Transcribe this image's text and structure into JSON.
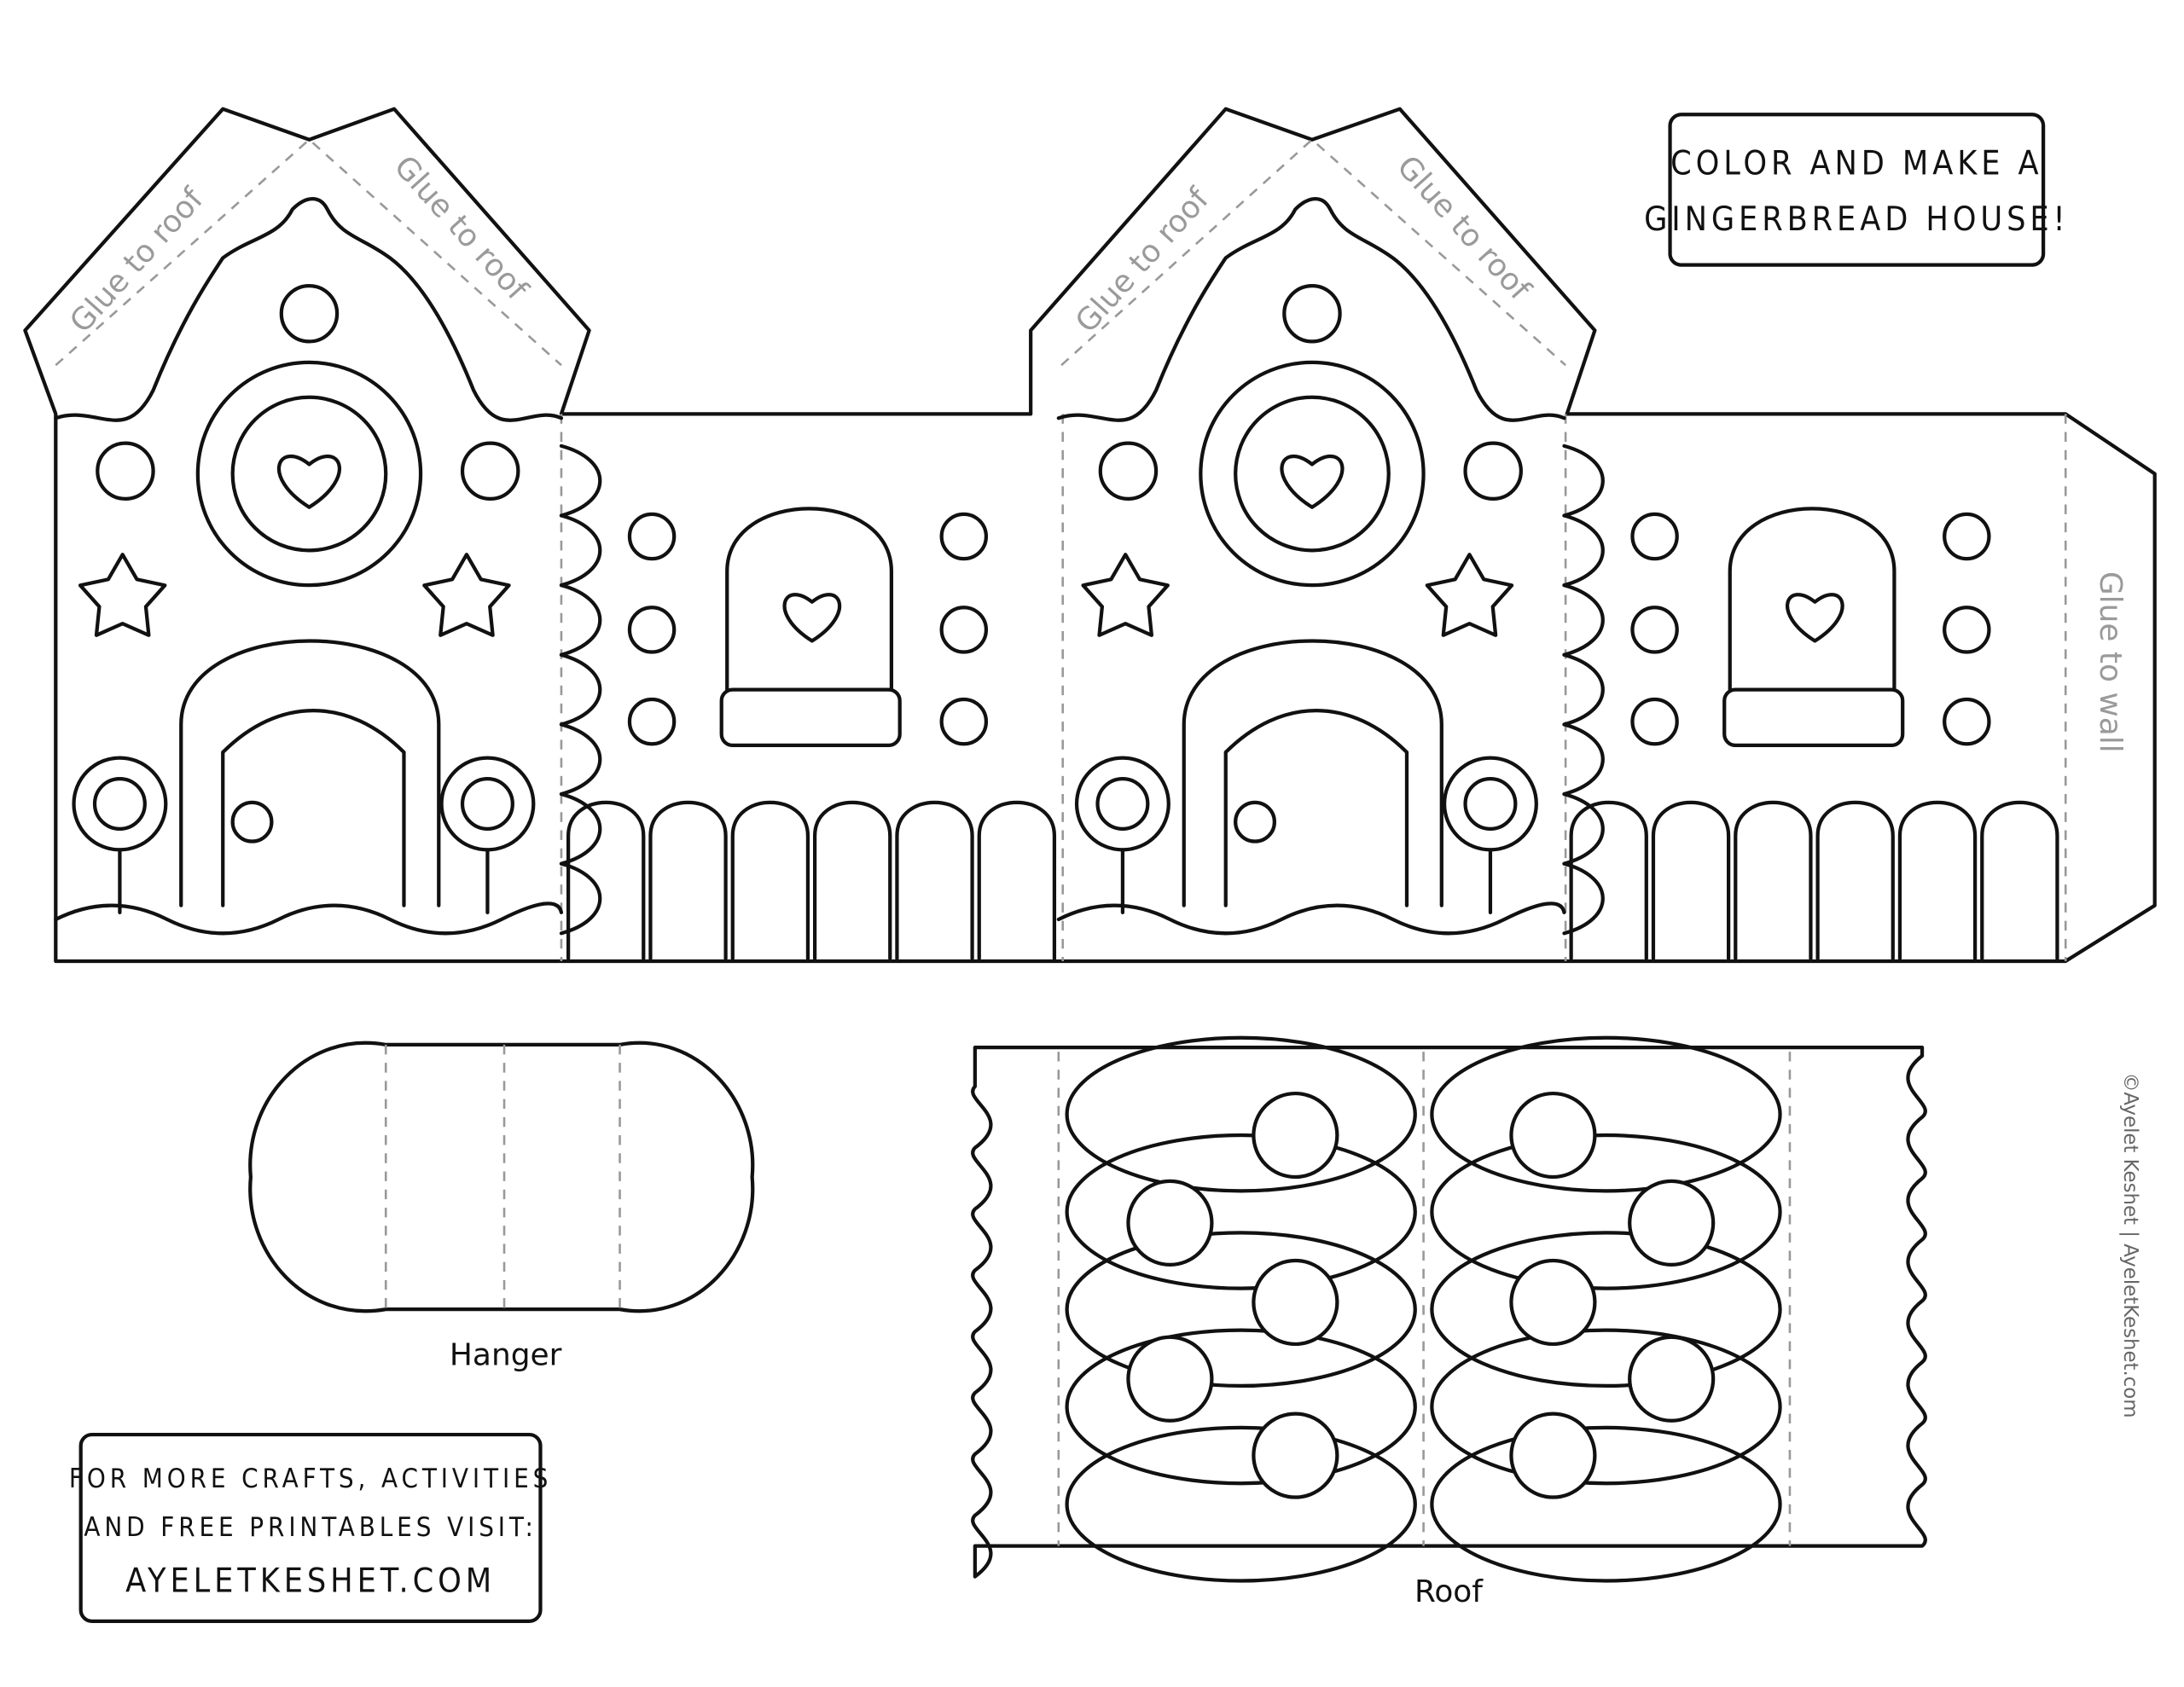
{
  "title_box": {
    "line1": "COLOR AND MAKE A",
    "line2": "GINGERBREAD HOUSE!"
  },
  "house": {
    "glue_roof_label": "Glue to roof",
    "glue_wall_label": "Glue to wall"
  },
  "hanger": {
    "label": "Hanger"
  },
  "roof": {
    "label": "Roof"
  },
  "promo_box": {
    "line1": "FOR MORE CRAFTS, ACTIVITIES",
    "line2": "AND FREE PRINTABLES VISIT:",
    "line3": "AYELETKESHET.COM"
  },
  "copyright": "©Ayelet Keshet | AyeletKeshet.com",
  "colors": {
    "line": "#111111",
    "dashed": "#999999",
    "glue_text": "#9a9a9a"
  }
}
